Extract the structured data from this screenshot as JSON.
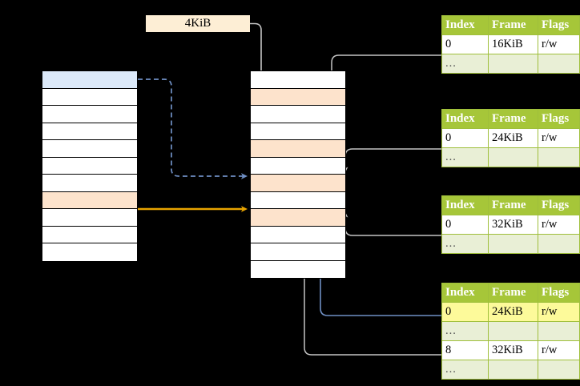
{
  "diagram": {
    "title": "",
    "page_size_label": "4KiB",
    "colors": {
      "background": "#000000",
      "table_header": "#a6c639",
      "table_header_text": "#ffffff",
      "table_ellipsis_row": "#e9efd6",
      "highlight_yellow": "#fdfa9a",
      "cell_peach": "#fde3cc",
      "cell_blue": "#dce9f9",
      "arrow_blue": "#6f8fc4",
      "arrow_orange": "#e8a400",
      "arrow_gray": "#bfbfbf",
      "page_border": "#000000"
    },
    "stacks": [
      {
        "name": "left-memory-stack",
        "cells": [
          {
            "fill": "blue"
          },
          {
            "fill": "white"
          },
          {
            "fill": "white"
          },
          {
            "fill": "white"
          },
          {
            "fill": "white"
          },
          {
            "fill": "white"
          },
          {
            "fill": "white"
          },
          {
            "fill": "peach"
          },
          {
            "fill": "white"
          },
          {
            "fill": "white"
          },
          {
            "fill": "white"
          }
        ]
      },
      {
        "name": "middle-memory-stack",
        "cells": [
          {
            "fill": "white"
          },
          {
            "fill": "peach"
          },
          {
            "fill": "white"
          },
          {
            "fill": "white"
          },
          {
            "fill": "peach"
          },
          {
            "fill": "white"
          },
          {
            "fill": "peach"
          },
          {
            "fill": "white"
          },
          {
            "fill": "peach"
          },
          {
            "fill": "white"
          },
          {
            "fill": "white"
          },
          {
            "fill": "white"
          }
        ]
      }
    ],
    "tables": [
      {
        "name": "page-table-0",
        "headers": [
          "Index",
          "Frame",
          "Flags"
        ],
        "rows": [
          {
            "cells": [
              "0",
              "16KiB",
              "r/w"
            ],
            "style": [
              "plain",
              "plain",
              "plain"
            ]
          },
          {
            "cells": [
              "...",
              "",
              ""
            ],
            "style": [
              "ellipsis",
              "ellipsis",
              "ellipsis"
            ]
          }
        ]
      },
      {
        "name": "page-table-1",
        "headers": [
          "Index",
          "Frame",
          "Flags"
        ],
        "rows": [
          {
            "cells": [
              "0",
              "24KiB",
              "r/w"
            ],
            "style": [
              "plain",
              "plain",
              "plain"
            ]
          },
          {
            "cells": [
              "...",
              "",
              ""
            ],
            "style": [
              "ellipsis",
              "ellipsis",
              "ellipsis"
            ]
          }
        ]
      },
      {
        "name": "page-table-2",
        "headers": [
          "Index",
          "Frame",
          "Flags"
        ],
        "rows": [
          {
            "cells": [
              "0",
              "32KiB",
              "r/w"
            ],
            "style": [
              "plain",
              "plain",
              "plain"
            ]
          },
          {
            "cells": [
              "...",
              "",
              ""
            ],
            "style": [
              "ellipsis",
              "ellipsis",
              "ellipsis"
            ]
          }
        ]
      },
      {
        "name": "page-table-3",
        "headers": [
          "Index",
          "Frame",
          "Flags"
        ],
        "rows": [
          {
            "cells": [
              "0",
              "24KiB",
              "r/w"
            ],
            "style": [
              "hl",
              "hl",
              "hl"
            ]
          },
          {
            "cells": [
              "...",
              "",
              ""
            ],
            "style": [
              "ellipsis",
              "ellipsis",
              "ellipsis"
            ]
          },
          {
            "cells": [
              "8",
              "32KiB",
              "r/w"
            ],
            "style": [
              "plain",
              "plain",
              "plain"
            ]
          },
          {
            "cells": [
              "...",
              "",
              ""
            ],
            "style": [
              "ellipsis",
              "ellipsis",
              "ellipsis"
            ]
          }
        ]
      }
    ],
    "connections": [
      {
        "name": "dashed-blue-virtual-to-physical",
        "style": "dashed",
        "color": "#6f8fc4"
      },
      {
        "name": "solid-orange-virtual-to-physical",
        "style": "solid",
        "color": "#e8a400"
      },
      {
        "name": "page-size-pointer",
        "style": "solid",
        "color": "#bfbfbf"
      },
      {
        "name": "table0-to-frame",
        "style": "solid",
        "color": "#bfbfbf"
      },
      {
        "name": "table1-to-frame",
        "style": "solid",
        "color": "#bfbfbf"
      },
      {
        "name": "table2-to-frame",
        "style": "solid",
        "color": "#bfbfbf"
      },
      {
        "name": "table3-row0-to-frame",
        "style": "solid",
        "color": "#6f8fc4"
      },
      {
        "name": "table3-row2-to-frame",
        "style": "solid",
        "color": "#bfbfbf"
      }
    ]
  }
}
